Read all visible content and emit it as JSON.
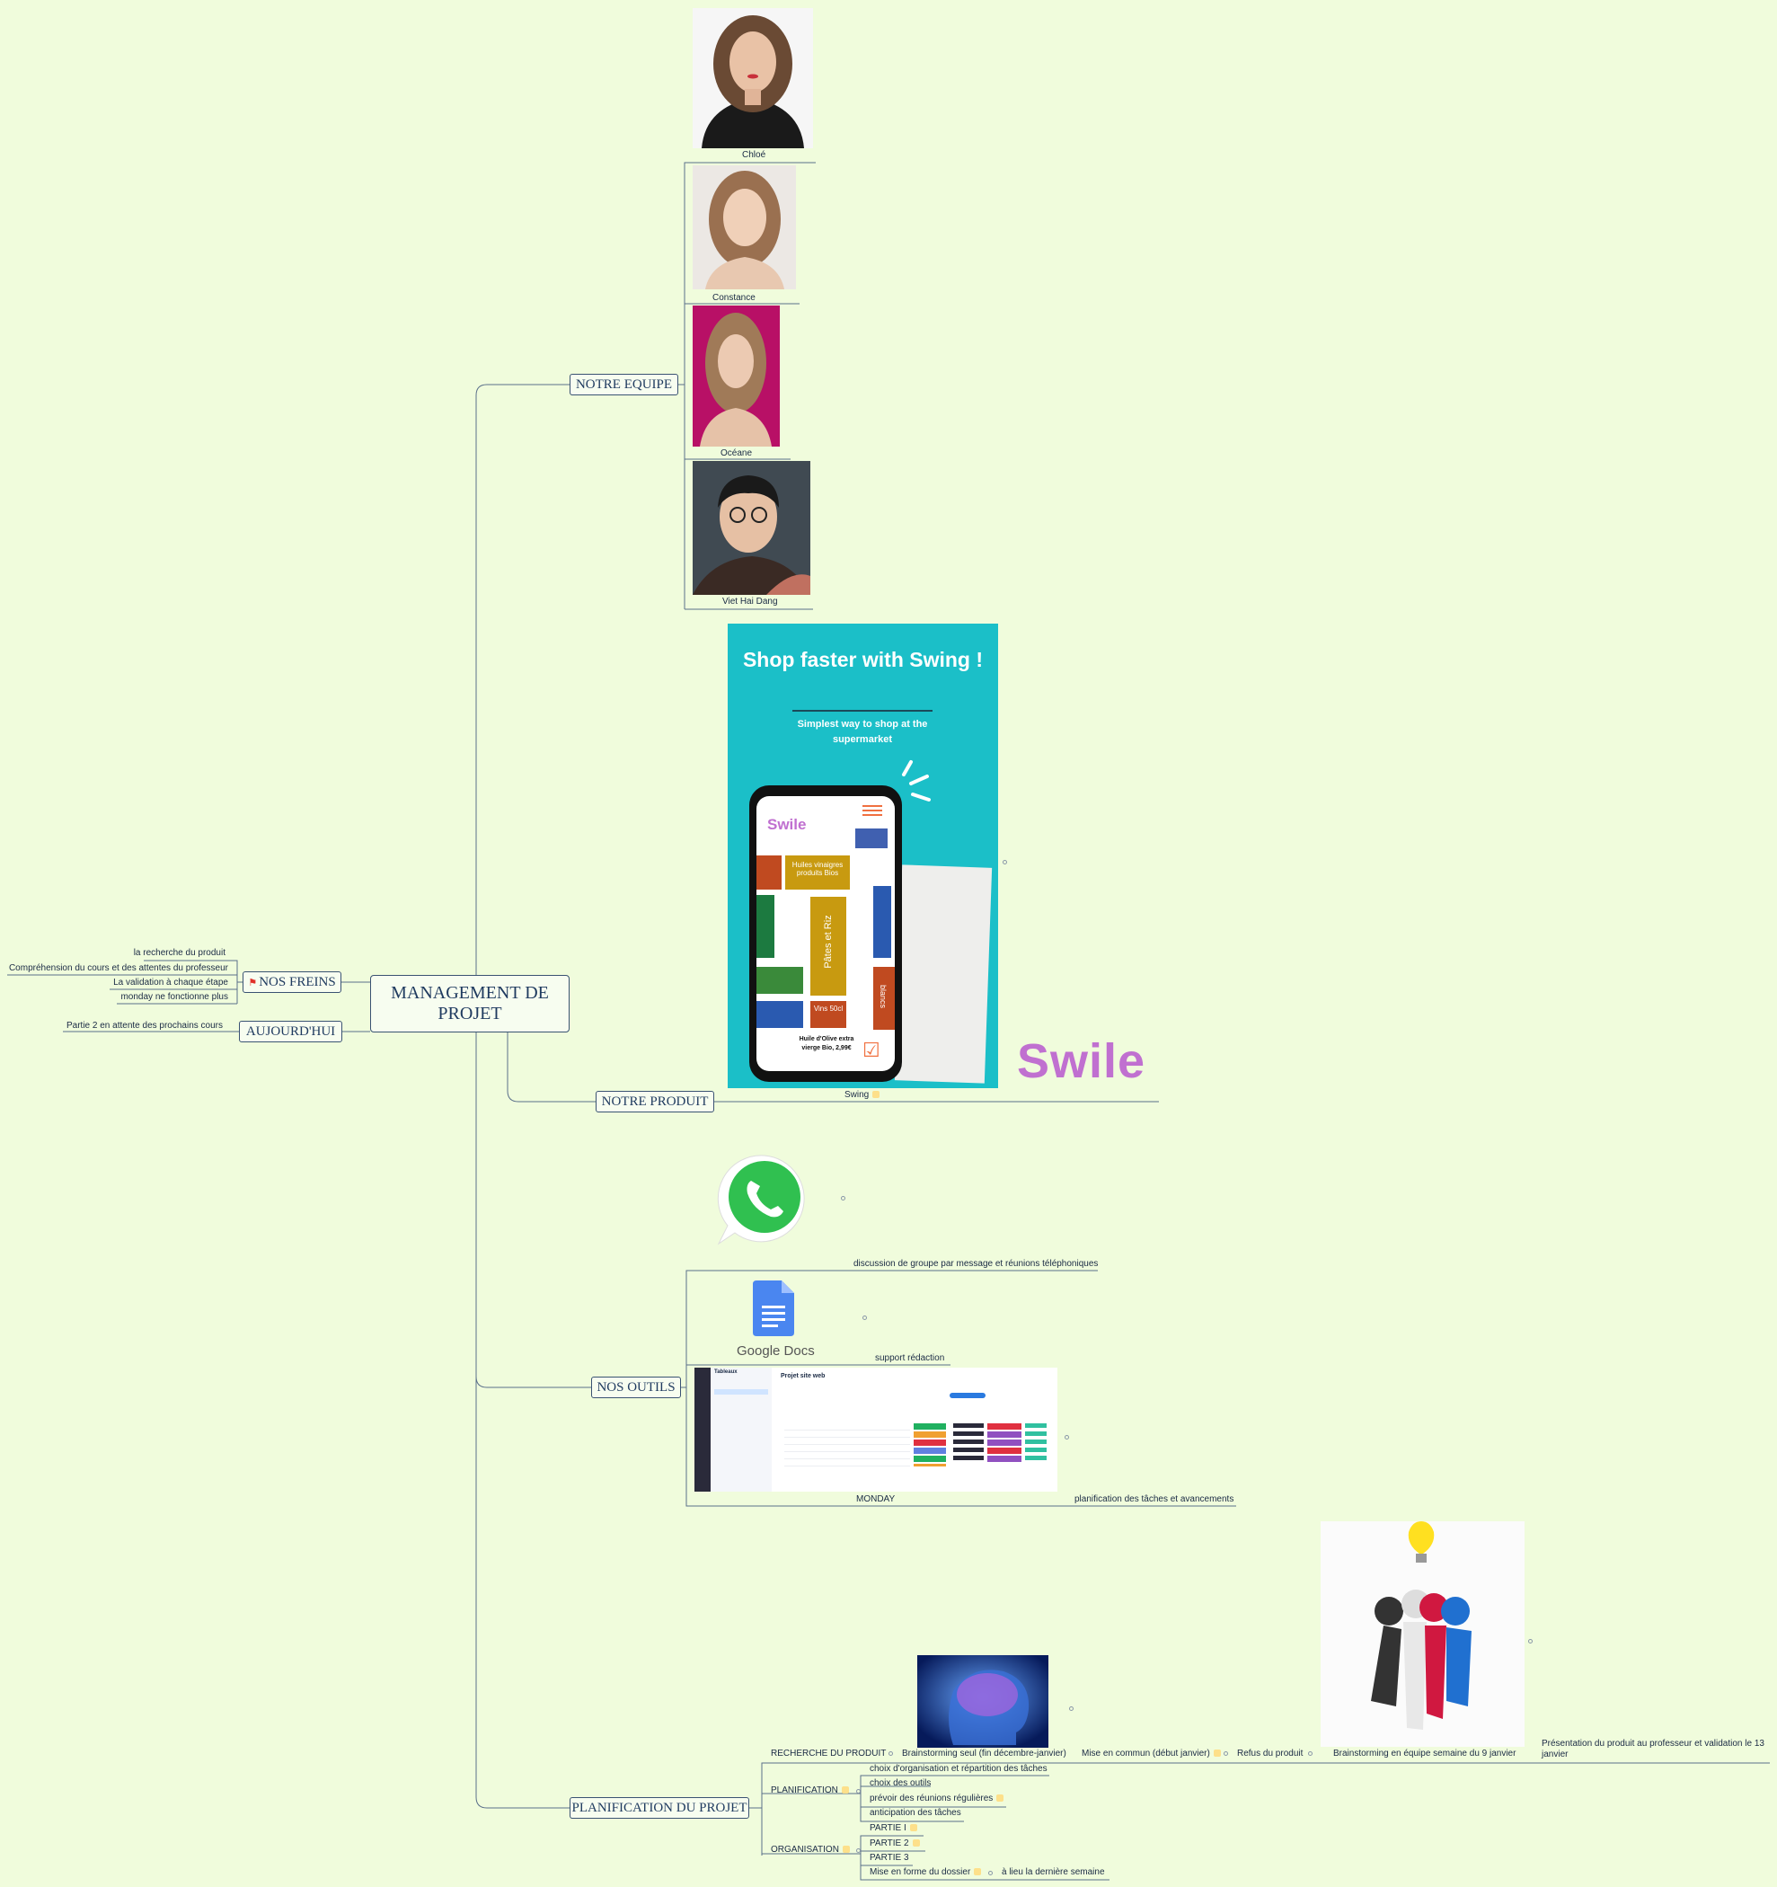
{
  "central": {
    "line1": "MANAGEMENT DE",
    "line2": "PROJET"
  },
  "branches": {
    "equipe": "NOTRE EQUIPE",
    "produit": "NOTRE PRODUIT",
    "outils": "NOS OUTILS",
    "planif": "PLANIFICATION DU PROJET",
    "freins": "NOS FREINS",
    "aujourdhui": "AUJOURD'HUI"
  },
  "team": [
    {
      "name": "Chloé"
    },
    {
      "name": "Constance"
    },
    {
      "name": "Océane"
    },
    {
      "name": "Viet Hai Dang"
    }
  ],
  "freins": [
    "la recherche du produit",
    "Compréhension du cours et des attentes du professeur",
    "La validation à chaque étape",
    "monday ne fonctionne plus"
  ],
  "aujourdhui": [
    "Partie 2 en attente des prochains cours"
  ],
  "produit": {
    "label": "Swing",
    "ad_title": "Shop faster with Swing !",
    "ad_subtitle": "Simplest way  to shop at the supermarket",
    "logo": "Swile",
    "phone_logo": "Swile",
    "aisles": [
      "Huiles vinaigres produits Bios",
      "Pâtes et Riz",
      "Vins 50cl",
      "blancs",
      "Huile d'Olive extra vierge Bio, 2,99€"
    ]
  },
  "outils": {
    "whatsapp": "discussion de groupe par message et réunions téléphoniques",
    "docs_brand": "Google Docs",
    "docs": "support rédaction",
    "monday_label": "MONDAY",
    "monday_desc": "planification des tâches et avancements",
    "monday_board_title": "Projet site web",
    "monday_sidebar_title": "Tableaux"
  },
  "planif": {
    "recherche": "RECHERCHE DU PRODUIT",
    "brainstorm_seul": "Brainstorming seul (fin décembre-janvier)",
    "mise_commun": "Mise en commun (début janvier)",
    "refus": "Refus du produit",
    "brainstorm_equipe": "Brainstorming en équipe semaine du 9 janvier",
    "presentation": "Présentation du produit au professeur et validation le 13 janvier",
    "planification": "PLANIFICATION",
    "planification_items": [
      "choix d'organisation et répartition des tâches",
      "choix des outils",
      "prévoir des réunions régulières",
      "anticipation des tâches"
    ],
    "organisation": "ORGANISATION",
    "organisation_items": [
      "PARTIE I",
      "PARTIE 2",
      "PARTIE 3",
      "Mise en forme du dossier"
    ],
    "derniere_semaine": "à lieu la dernière semaine"
  },
  "colors": {
    "background": "#f0fcdc",
    "line": "#3a5272",
    "accent_teal": "#1bbfc8",
    "tag": "#fde08a"
  }
}
